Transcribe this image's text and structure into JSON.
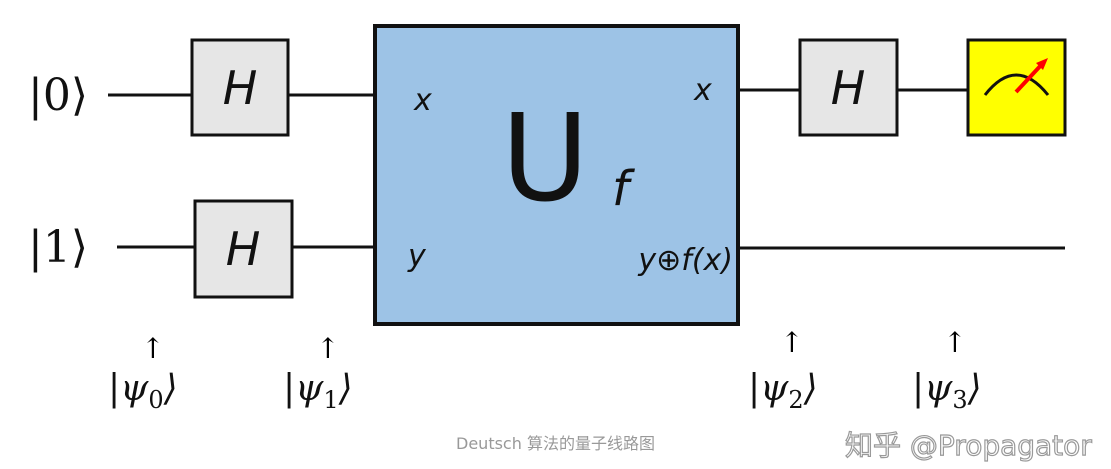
{
  "circuit": {
    "inputs": [
      "|0⟩",
      "|1⟩"
    ],
    "hadamard_label": "H",
    "oracle": {
      "label": "U",
      "subscript": "f",
      "in_top": "x",
      "in_bottom": "y",
      "out_top": "x",
      "out_bottom": "y⊕f(x)"
    },
    "states": [
      {
        "symbol": "ψ",
        "index": "0"
      },
      {
        "symbol": "ψ",
        "index": "1"
      },
      {
        "symbol": "ψ",
        "index": "2"
      },
      {
        "symbol": "ψ",
        "index": "3"
      }
    ],
    "arrow_glyph": "↑",
    "colors": {
      "oracle_fill": "#9dc3e6",
      "gate_fill": "#e6e6e6",
      "meter_fill": "#ffff00",
      "meter_needle": "#ff0000"
    }
  },
  "watermark": "知乎 @Propagator",
  "caption": "Deutsch 算法的量子线路图"
}
